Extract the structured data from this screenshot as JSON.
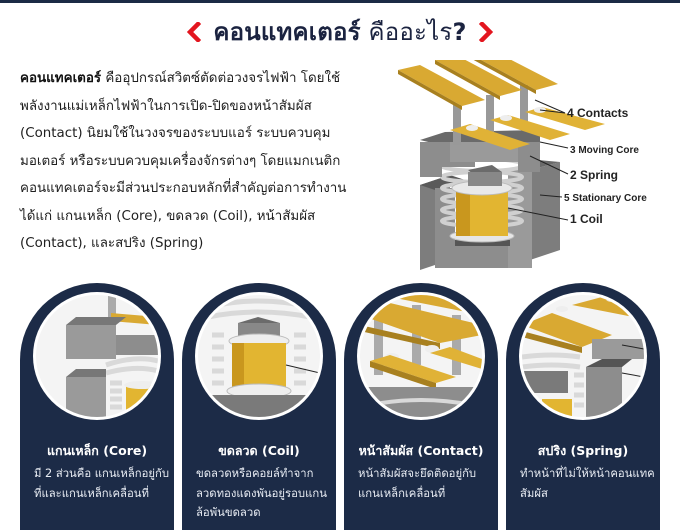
{
  "header": {
    "title_bold": "คอนแทคเตอร์",
    "title_rest": " คืออะไร",
    "question_mark": "?",
    "left_chevron_icon": "‹",
    "right_chevron_icon": "›",
    "accent_color": "#e3161f",
    "topbar_color": "#1b2a45"
  },
  "intro": {
    "term": "คอนแทคเตอร์",
    "text": " คืออุปกรณ์สวิตซ์ตัดต่อวงจรไฟฟ้า โดยใช้พลังงานแม่เหล็กไฟฟ้าในการเปิด-ปิดของหน้าสัมผัส (Contact) นิยมใช้ในวงจรของระบบแอร์ ระบบควบคุมมอเตอร์ หรือระบบควบคุมเครื่องจักรต่างๆ โดยแมกเนติกคอนแทคเตอร์จะมีส่วนประกอบหลักที่สำคัญต่อการทำงาน ได้แก่ แกนเหล็ก (Core), ขดลวด (Coil), หน้าสัมผัส (Contact), และสปริง (Spring)"
  },
  "diagram": {
    "labels": [
      {
        "num": "4",
        "text": "Contacts"
      },
      {
        "num": "3",
        "text": "Moving Core"
      },
      {
        "num": "2",
        "text": "Spring"
      },
      {
        "num": "5",
        "text": "Stationary Core"
      },
      {
        "num": "1",
        "text": "Coil"
      }
    ]
  },
  "cards": [
    {
      "title": "แกนเหล็ก (Core)",
      "desc": "มี 2 ส่วนคือ แกนเหล็กอยู่กับที่และแกนเหล็กเคลื่อนที่"
    },
    {
      "title": "ขดลวด (Coil)",
      "desc": "ขดลวดหรือคอยล์ทำจากลวดทองแดงพันอยู่รอบแกนล้อพันขดลวด"
    },
    {
      "title": "หน้าสัมผัส (Contact)",
      "desc": "หน้าสัมผัสจะยึดติดอยู่กับแกนเหล็กเคลื่อนที่"
    },
    {
      "title": "สปริง (Spring)",
      "desc": "ทำหน้าที่ไม่ให้หน้าคอนแทคสัมผัส"
    }
  ],
  "colors": {
    "card_bg": "#1c2b47",
    "copper": "#d9a932",
    "steel": "#9a9a9a"
  }
}
